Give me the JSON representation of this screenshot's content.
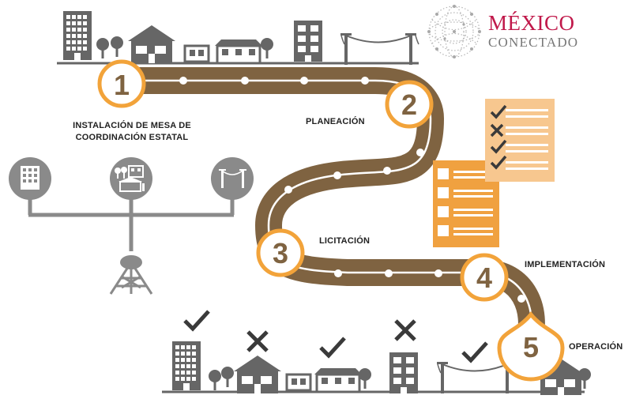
{
  "brand": {
    "title": "MÉXICO",
    "subtitle": "CONECTADO",
    "logo_icon": "dotted-globe-icon",
    "colors": {
      "title": "#c0184a",
      "subtitle": "#777777"
    }
  },
  "steps": [
    {
      "number": "1",
      "label_lines": [
        "INSTALACIÓN DE MESA DE",
        "COORDINACIÓN ESTATAL"
      ]
    },
    {
      "number": "2",
      "label_lines": [
        "PLANEACIÓN"
      ]
    },
    {
      "number": "3",
      "label_lines": [
        "LICITACIÓN"
      ]
    },
    {
      "number": "4",
      "label_lines": [
        "IMPLEMENTACIÓN"
      ]
    },
    {
      "number": "5",
      "label_lines": [
        "OPERACIÓN"
      ]
    }
  ],
  "status_marks": [
    "check",
    "cross",
    "check",
    "cross",
    "check"
  ],
  "colors": {
    "road": "#7f6341",
    "road_line": "#ffffff",
    "marker_ring": "#f2a33a",
    "marker_fill": "#ffffff",
    "marker_number": "#7f6341",
    "buildings": "#666666",
    "network": "#8a8a8a",
    "checklist_light": "#f7c78f",
    "checklist_dark": "#f0a140",
    "marks": "#3a3a3a"
  },
  "icons": [
    "office-building-icon",
    "house-icon",
    "school-icon",
    "apartment-icon",
    "power-line-icon",
    "antenna-tower-icon",
    "checklist-icon",
    "check-icon",
    "cross-icon"
  ]
}
